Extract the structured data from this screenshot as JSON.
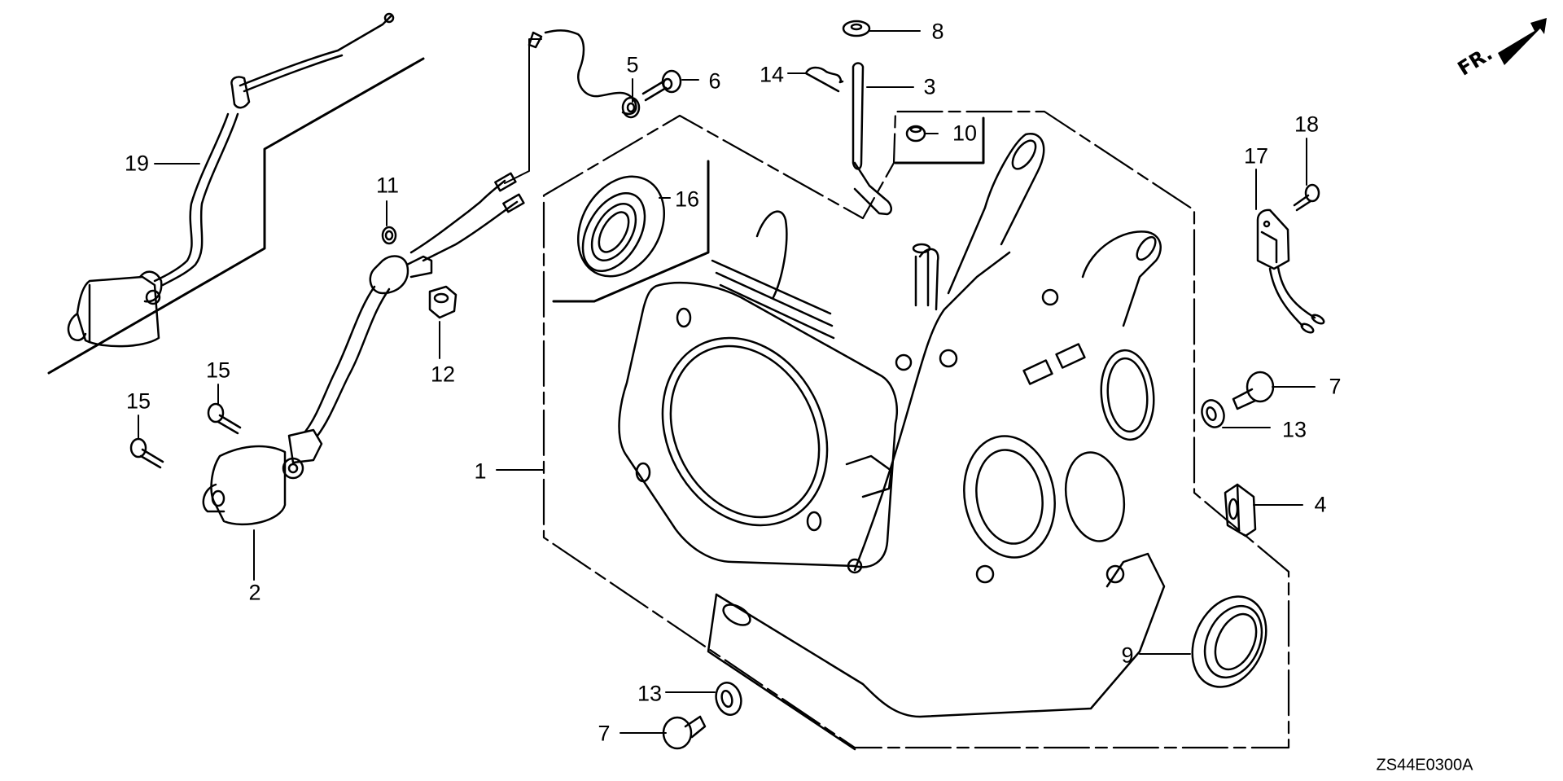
{
  "diagram": {
    "title": "Cylinder Barrel exploded parts diagram",
    "code": "ZS44E0300A",
    "direction_marker": "FR.",
    "line_color": "#000000",
    "background_color": "#ffffff"
  },
  "callouts": [
    {
      "id": "c1",
      "label": "1",
      "part": "cylinder barrel / crankcase"
    },
    {
      "id": "c2",
      "label": "2",
      "part": "oil level switch"
    },
    {
      "id": "c3",
      "label": "3",
      "part": "governor arm shaft"
    },
    {
      "id": "c4",
      "label": "4",
      "part": "grommet"
    },
    {
      "id": "c5",
      "label": "5",
      "part": "ground wire terminal"
    },
    {
      "id": "c6",
      "label": "6",
      "part": "flange bolt"
    },
    {
      "id": "c7a",
      "label": "7",
      "part": "flange bolt"
    },
    {
      "id": "c7b",
      "label": "7",
      "part": "flange bolt"
    },
    {
      "id": "c8",
      "label": "8",
      "part": "washer"
    },
    {
      "id": "c9",
      "label": "9",
      "part": "oil seal"
    },
    {
      "id": "c10",
      "label": "10",
      "part": "governor arm shaft seal"
    },
    {
      "id": "c11",
      "label": "11",
      "part": "washer"
    },
    {
      "id": "c12",
      "label": "12",
      "part": "cap nut"
    },
    {
      "id": "c13a",
      "label": "13",
      "part": "washer"
    },
    {
      "id": "c13b",
      "label": "13",
      "part": "washer"
    },
    {
      "id": "c14",
      "label": "14",
      "part": "pin clip"
    },
    {
      "id": "c15a",
      "label": "15",
      "part": "bolt"
    },
    {
      "id": "c15b",
      "label": "15",
      "part": "bolt"
    },
    {
      "id": "c16",
      "label": "16",
      "part": "ball bearing"
    },
    {
      "id": "c17",
      "label": "17",
      "part": "sensor unit"
    },
    {
      "id": "c18",
      "label": "18",
      "part": "bolt"
    },
    {
      "id": "c19",
      "label": "19",
      "part": "oil level switch (alt. type)"
    }
  ]
}
